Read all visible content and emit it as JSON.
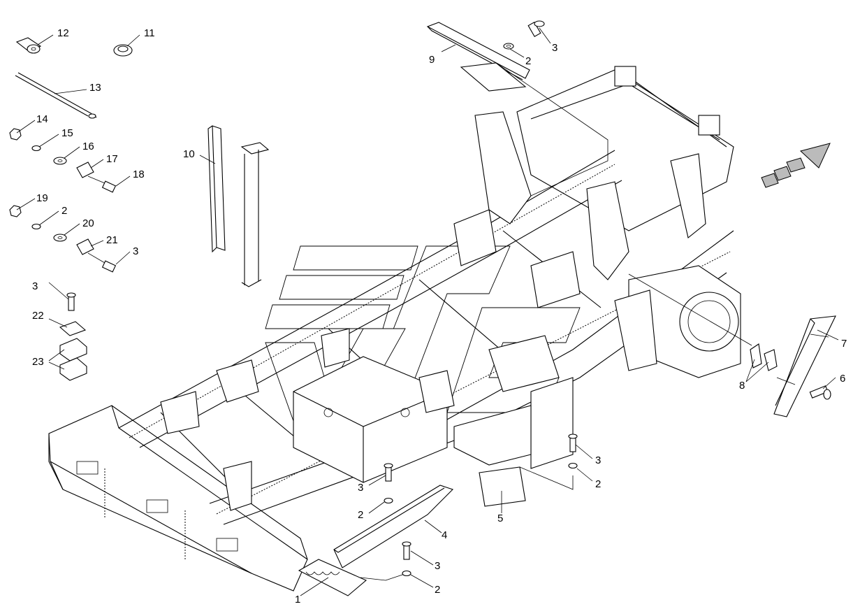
{
  "callouts": [
    {
      "id": "c-12",
      "text": "12"
    },
    {
      "id": "c-11",
      "text": "11"
    },
    {
      "id": "c-13",
      "text": "13"
    },
    {
      "id": "c-14",
      "text": "14"
    },
    {
      "id": "c-15",
      "text": "15"
    },
    {
      "id": "c-16",
      "text": "16"
    },
    {
      "id": "c-17",
      "text": "17"
    },
    {
      "id": "c-18",
      "text": "18"
    },
    {
      "id": "c-19",
      "text": "19"
    },
    {
      "id": "c-2a",
      "text": "2"
    },
    {
      "id": "c-20",
      "text": "20"
    },
    {
      "id": "c-21",
      "text": "21"
    },
    {
      "id": "c-3a",
      "text": "3"
    },
    {
      "id": "c-3b",
      "text": "3"
    },
    {
      "id": "c-22",
      "text": "22"
    },
    {
      "id": "c-23",
      "text": "23"
    },
    {
      "id": "c-10",
      "text": "10"
    },
    {
      "id": "c-9",
      "text": "9"
    },
    {
      "id": "c-2b",
      "text": "2"
    },
    {
      "id": "c-3c",
      "text": "3"
    },
    {
      "id": "c-7",
      "text": "7"
    },
    {
      "id": "c-6",
      "text": "6"
    },
    {
      "id": "c-8",
      "text": "8"
    },
    {
      "id": "c-3d",
      "text": "3"
    },
    {
      "id": "c-2c",
      "text": "2"
    },
    {
      "id": "c-5",
      "text": "5"
    },
    {
      "id": "c-3e",
      "text": "3"
    },
    {
      "id": "c-2d",
      "text": "2"
    },
    {
      "id": "c-4",
      "text": "4"
    },
    {
      "id": "c-3f",
      "text": "3"
    },
    {
      "id": "c-2e",
      "text": "2"
    },
    {
      "id": "c-1",
      "text": "1"
    }
  ],
  "colors": {
    "line": "#000000",
    "background": "#ffffff"
  }
}
